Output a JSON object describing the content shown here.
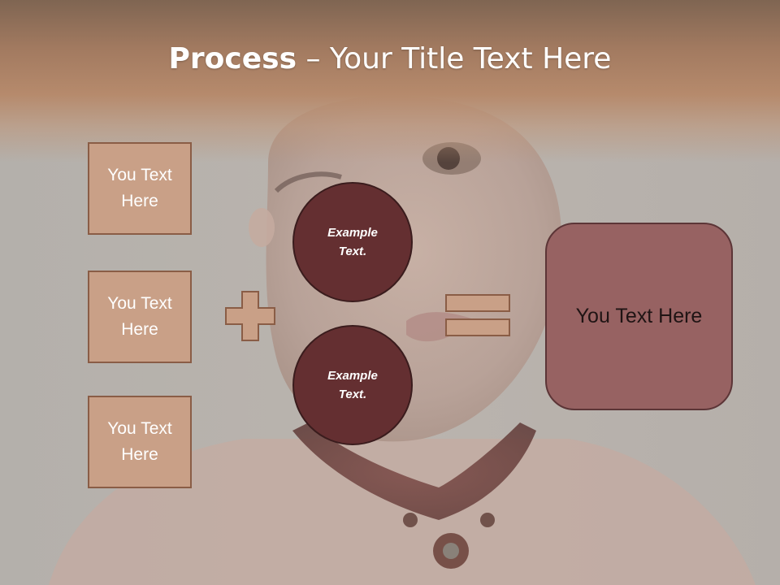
{
  "slide": {
    "title_bold": "Process",
    "title_dash": " – ",
    "title_rest": "Your Title Text Here"
  },
  "left_boxes": [
    {
      "label": "You Text Here"
    },
    {
      "label": "You Text Here"
    },
    {
      "label": "You Text Here"
    }
  ],
  "circles": [
    {
      "label": "Example Text."
    },
    {
      "label": "Example Text."
    }
  ],
  "result": {
    "label": "You Text Here"
  },
  "colors": {
    "title_band": "#b68a6c",
    "box_fill": "#c9a087",
    "box_border": "#8a5d46",
    "circle_fill": "#642f31",
    "result_fill": "#976262"
  },
  "icons": {
    "plus": "plus-icon",
    "equals": "equals-icon"
  }
}
